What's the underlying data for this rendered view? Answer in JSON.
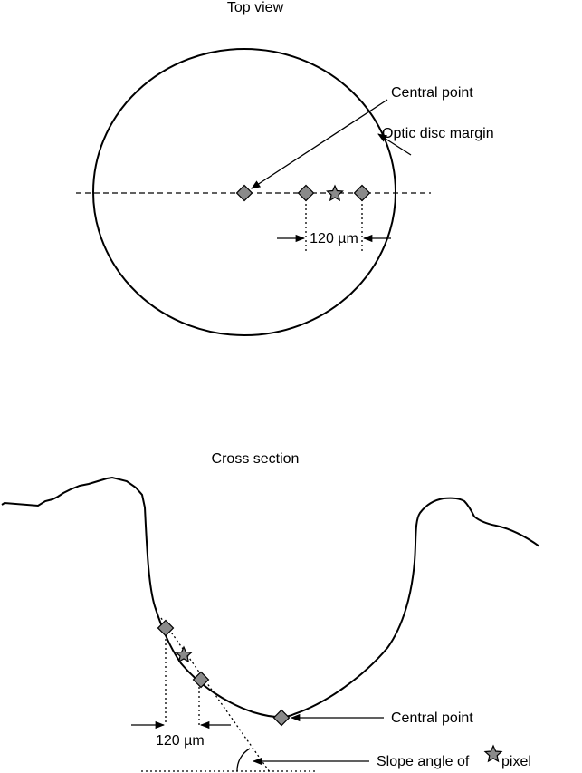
{
  "top": {
    "title": "Top view",
    "central_point_label": "Central point",
    "optic_disc_label": "Optic disc margin",
    "distance_label": "120 µm"
  },
  "cross": {
    "title": "Cross section",
    "distance_label": "120 µm",
    "central_point_label": "Central point",
    "slope_label_prefix": "Slope angle of",
    "slope_label_suffix": "pixel"
  },
  "colors": {
    "marker_fill": "#8a8a8a",
    "line": "#000000"
  }
}
